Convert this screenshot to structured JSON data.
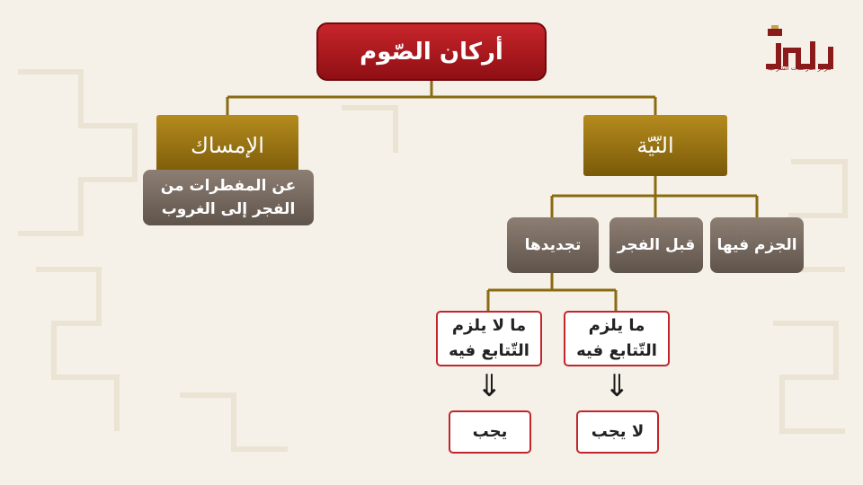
{
  "colors": {
    "root": "#b71c22",
    "gold": "#9c7414",
    "grey": "#76685e",
    "red_border": "#c0262c",
    "line": "#8a6a12"
  },
  "logo": {
    "name": "إحكام",
    "tagline": "مركز الدراسات الشرعية"
  },
  "root": {
    "label": "أركان الصّوم"
  },
  "imsak": {
    "label": "الإمساك",
    "desc_line1": "عن المفطرات من",
    "desc_line2": "الفجر إلى الغروب"
  },
  "niyya": {
    "label": "النّيّة",
    "conditions": [
      "الجزم فيها",
      "قبل الفجر",
      "تجديدها"
    ],
    "renewal": [
      {
        "case_line1": "ما يلزم",
        "case_line2": "التّتابع فيه",
        "result": "لا يجب"
      },
      {
        "case_line1": "ما لا يلزم",
        "case_line2": "التّتابع فيه",
        "result": "يجب"
      }
    ]
  }
}
